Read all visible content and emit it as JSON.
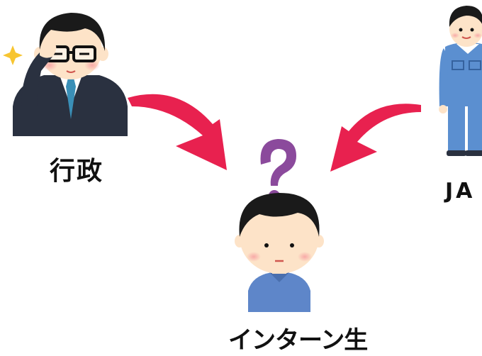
{
  "labels": {
    "government": "行政",
    "ja": "JA",
    "intern": "インターン生"
  },
  "colors": {
    "arrow": "#e8214f",
    "question_mark": "#8b4a9c",
    "suit": "#2a3140",
    "tie": "#3a8fb7",
    "coverall": "#5b8fd0",
    "intern_shirt": "#5e86c9",
    "skin": "#fde3c8",
    "hair": "#1a1a1a",
    "sparkle": "#f7c531"
  },
  "icons": [
    "government-official-icon",
    "ja-worker-icon",
    "intern-student-icon",
    "question-mark-icon",
    "sparkle-icon"
  ]
}
